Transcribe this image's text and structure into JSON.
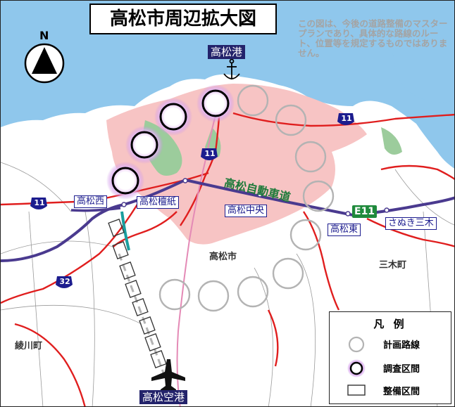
{
  "map": {
    "title": "高松市周辺拡大図",
    "disclaimer": "この図は、今後の道路整備のマスタープランであり、具体的な路線のルート、位置等を規定するものではありません。",
    "north_label": "N",
    "places": {
      "port": "高松港",
      "airport": "高松空港",
      "takamatsu_city": "高松市",
      "miki_town": "三木町",
      "ayagawa_town": "綾川町"
    },
    "expressway": {
      "name": "高松自動車道",
      "route_code": "E11"
    },
    "interchanges": {
      "takamatsu_nishi": "高松西",
      "takamatsu_danshi": "高松檀紙",
      "takamatsu_chuo": "高松中央",
      "takamatsu_higashi": "高松東",
      "sanuki_miki": "さぬき三木"
    },
    "route_shields": {
      "r11_a": "11",
      "r11_b": "11",
      "r11_c": "11",
      "r32": "32"
    },
    "legend": {
      "title": "凡 例",
      "planned": "計画路線",
      "survey": "調査区間",
      "development": "整備区間"
    },
    "colors": {
      "sea": "#8fc7ec",
      "urban": "#f7c4c4",
      "green": "#9ccc9c",
      "national_road": "#e01e1e",
      "expressway": "#4a3a8f",
      "planned_circle": "#b3b3b3",
      "survey_glow": "#c98de6",
      "development_section": "#1a9e9e",
      "airport_road": "#e48ab6"
    }
  }
}
